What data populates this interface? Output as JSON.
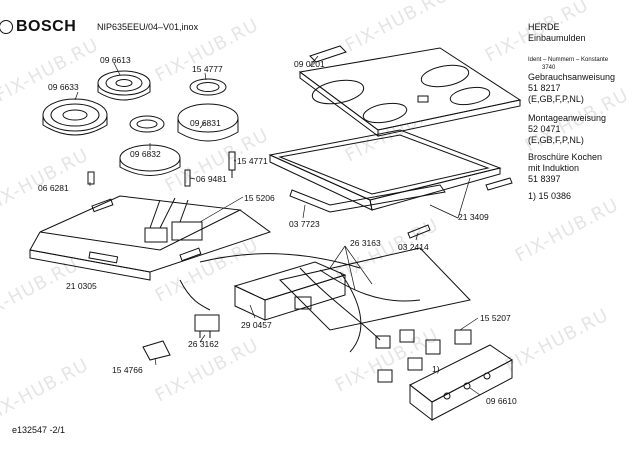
{
  "header": {
    "brand": "BOSCH",
    "model": "NIP635EEU/04–V01,inox",
    "category_line1": "HERDE",
    "category_line2": "Einbaumulden"
  },
  "side_info": {
    "ident_header": "Ident – Nummern – Konstante",
    "ident_value": "3740",
    "manual_title": "Gebrauchsanweisung",
    "manual_number": "51 8217",
    "manual_langs": "(E,GB,F,P,NL)",
    "install_title": "Montageanweisung",
    "install_number": "52 0471",
    "install_langs": "(E,GB,F,P,NL)",
    "brochure_line1": "Broschüre Kochen",
    "brochure_line2": "mit Induktion",
    "brochure_number": "51 8397",
    "note": "1)  15 0386"
  },
  "parts": {
    "p096613": "09 6613",
    "p154777": "15 4777",
    "p090201": "09 0201",
    "p096633": "09 6633",
    "p096831": "09 6831",
    "p096832": "09 6832",
    "p154771": "15 4771",
    "p066281": "06 6281",
    "p069481": "06 9481",
    "p155206": "15 5206",
    "p037723": "03 7723",
    "p213409": "21 3409",
    "p263163": "26 3163",
    "p032414": "03 2414",
    "p210305": "21 0305",
    "p290457": "29 0457",
    "p263162": "26 3162",
    "p155207": "15 5207",
    "p154766": "15 4766",
    "p096610": "09 6610",
    "note_1": "1)"
  },
  "footer": {
    "doc_id": "e132547 -2/1"
  },
  "watermark": "FIX-HUB.RU"
}
